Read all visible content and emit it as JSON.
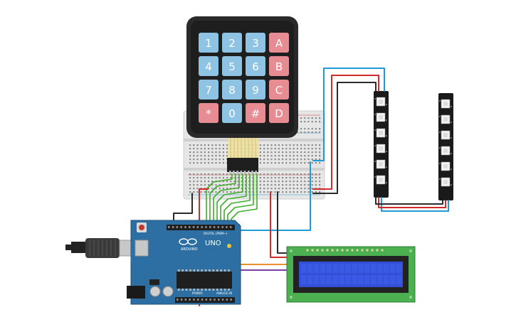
{
  "keypad": {
    "rows": [
      [
        "1",
        "2",
        "3",
        "A"
      ],
      [
        "4",
        "5",
        "6",
        "B"
      ],
      [
        "7",
        "8",
        "9",
        "C"
      ],
      [
        "*",
        "0",
        "#",
        "D"
      ]
    ]
  },
  "arduino": {
    "model_label": "UNO",
    "brand_label": "ARDUINO",
    "digital_label": "DIGITAL (PWM~)",
    "power_label": "POWER",
    "analog_label": "ANALOG IN"
  },
  "colors": {
    "wire_blue": "#1e9bd7",
    "wire_red": "#d42a2a",
    "wire_black": "#2b2b2b",
    "wire_green": "#3fae2a",
    "wire_orange": "#e8902a",
    "wire_purple": "#7b3fa8",
    "board_blue": "#2d6fa3",
    "lcd_green": "#4caf50",
    "lcd_screen": "#3250d8"
  }
}
